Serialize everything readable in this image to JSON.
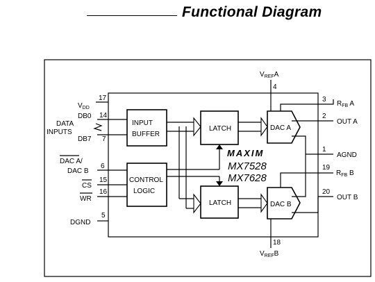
{
  "title": "Functional Diagram",
  "blocks": {
    "input_buffer": [
      "INPUT",
      "BUFFER"
    ],
    "control_logic": [
      "CONTROL",
      "LOGIC"
    ],
    "latch_a": "LATCH",
    "latch_b": "LATCH",
    "dac_a": "DAC A",
    "dac_b": "DAC B"
  },
  "chip": {
    "logo": "MAXIM",
    "part1": "MX7528",
    "part2": "MX7628"
  },
  "left_labels": {
    "vdd": "VDD",
    "db0": "DB0",
    "db7": "DB7",
    "data_inputs": [
      "DATA",
      "INPUTS"
    ],
    "dac_a_b": [
      "DAC A/",
      "DAC B"
    ],
    "cs": "CS",
    "wr": "WR",
    "dgnd": "DGND"
  },
  "right_labels": {
    "rfb_a": "RFB A",
    "out_a": "OUT A",
    "agnd": "AGND",
    "rfb_b": "RFB B",
    "out_b": "OUT B",
    "vref_a": "VREFA",
    "vref_b": "VREFB"
  },
  "pins": {
    "vdd": "17",
    "db0": "14",
    "db7": "7",
    "dac_sel": "6",
    "cs": "15",
    "wr": "16",
    "dgnd": "5",
    "vref_a": "4",
    "rfb_a": "3",
    "out_a": "2",
    "agnd": "1",
    "rfb_b": "19",
    "out_b": "20",
    "vref_b": "18"
  }
}
